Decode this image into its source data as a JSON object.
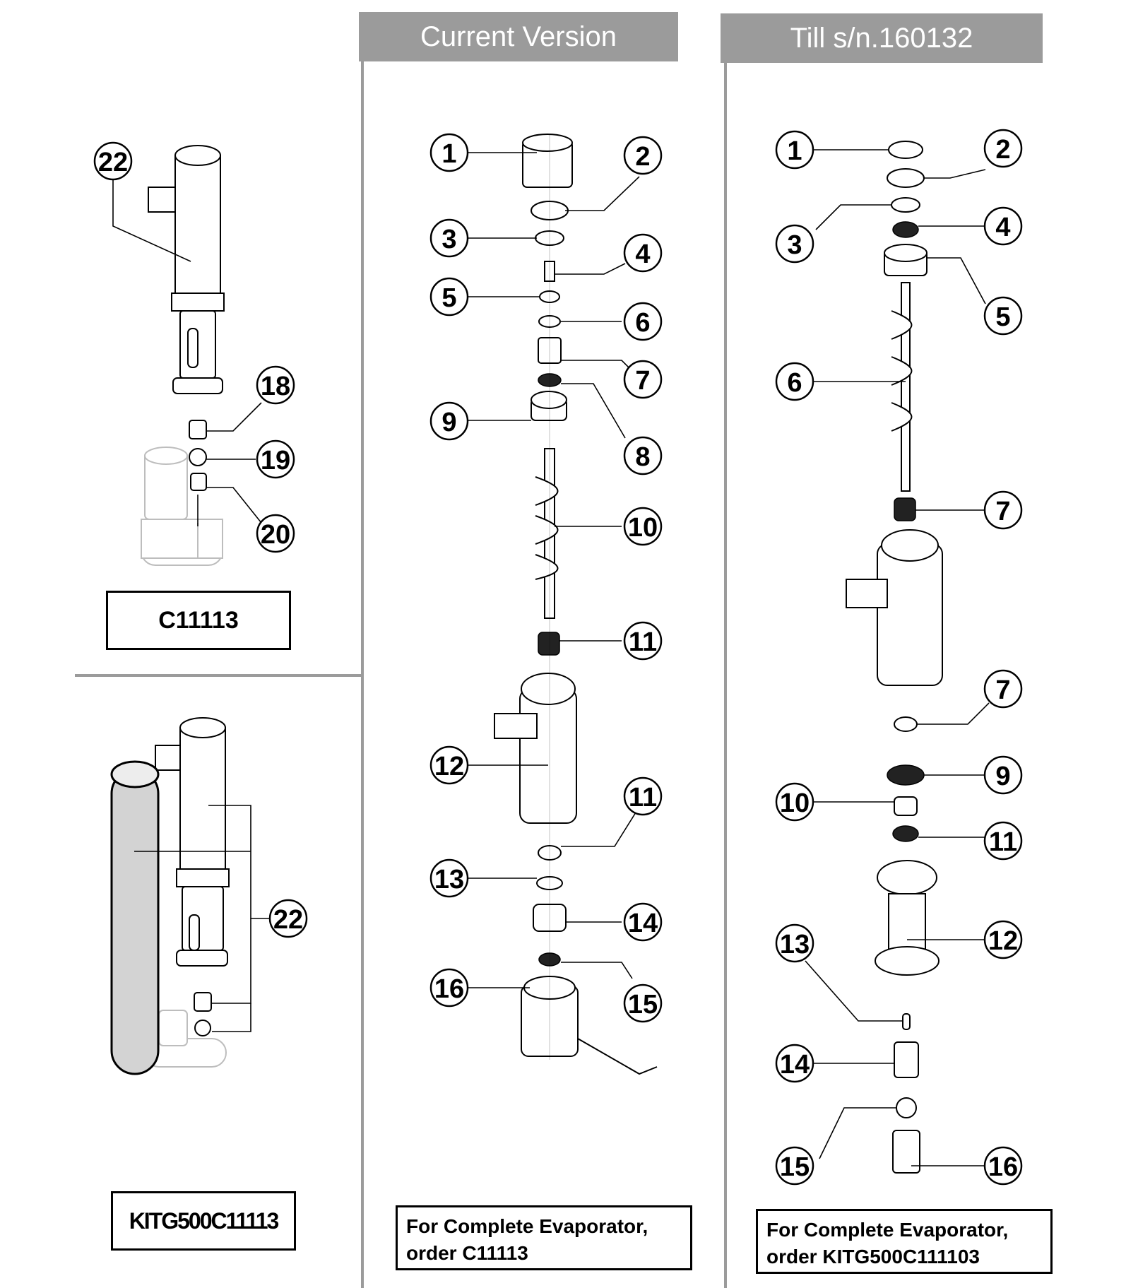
{
  "headers": {
    "current": "Current  Version",
    "old": "Till  s/n.160132"
  },
  "left_top": {
    "part_number": "C11113",
    "callouts": [
      "22",
      "18",
      "19",
      "20"
    ]
  },
  "left_bottom": {
    "part_number": "KITG500C11113",
    "callouts": [
      "22"
    ]
  },
  "current_version": {
    "callouts": [
      "1",
      "2",
      "3",
      "4",
      "5",
      "6",
      "7",
      "8",
      "9",
      "10",
      "11",
      "12",
      "11",
      "13",
      "14",
      "15",
      "16"
    ],
    "order_line1": "For Complete Evaporator,",
    "order_line2": "order C11113"
  },
  "old_version": {
    "callouts": [
      "1",
      "2",
      "3",
      "4",
      "5",
      "6",
      "7",
      "7",
      "9",
      "10",
      "11",
      "12",
      "13",
      "14",
      "15",
      "16"
    ],
    "order_line1": "For Complete Evaporator,",
    "order_line2": "order KITG500C111103"
  }
}
